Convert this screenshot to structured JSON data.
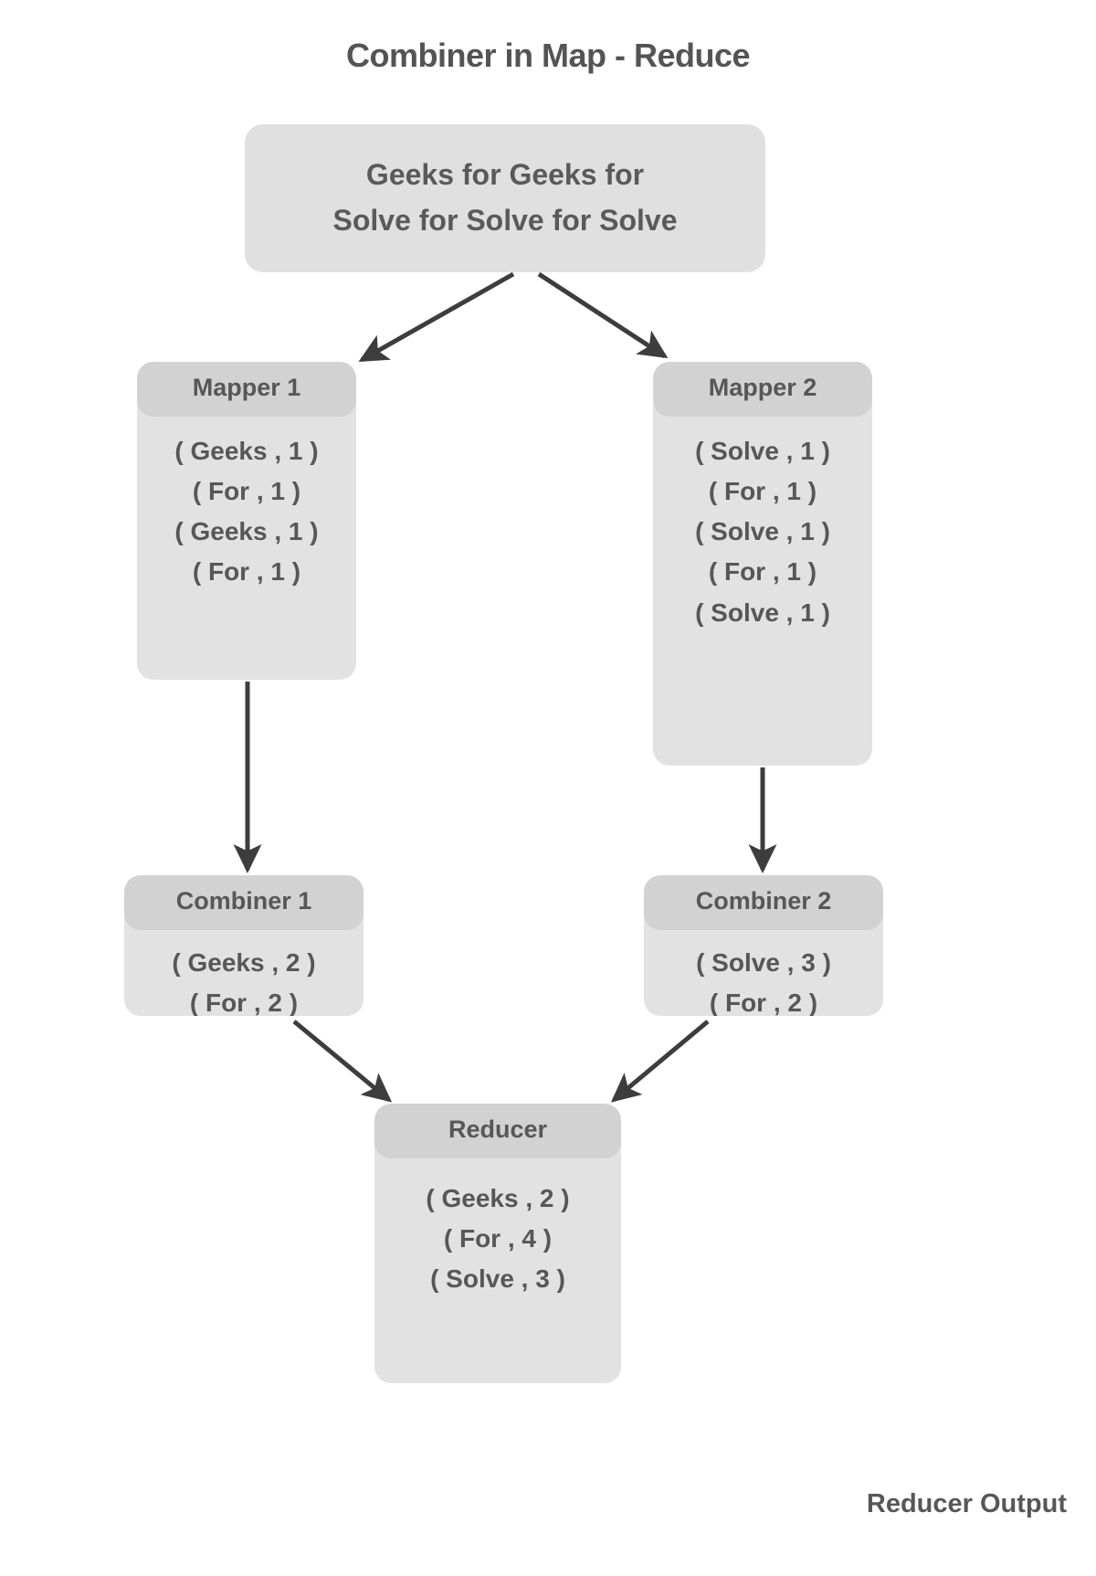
{
  "diagram": {
    "title": "Combiner in Map - Reduce",
    "footer_label": "Reducer Output",
    "colors": {
      "background": "#ffffff",
      "node_body": "#e2e2e2",
      "node_header": "#d2d2d2",
      "text": "#575757",
      "arrow": "#3d3d3d"
    }
  },
  "input": {
    "line1": "Geeks for Geeks for",
    "line2": "Solve for Solve for Solve"
  },
  "mappers": [
    {
      "header": "Mapper 1",
      "pairs": [
        "( Geeks , 1 )",
        "( For , 1 )",
        "( Geeks , 1 )",
        "( For , 1 )"
      ]
    },
    {
      "header": "Mapper 2",
      "pairs": [
        "( Solve , 1 )",
        "( For , 1 )",
        "( Solve , 1 )",
        "( For , 1 )",
        "( Solve , 1 )"
      ]
    }
  ],
  "combiners": [
    {
      "header": "Combiner 1",
      "pairs": [
        "( Geeks , 2 )",
        "( For , 2 )"
      ]
    },
    {
      "header": "Combiner 2",
      "pairs": [
        "( Solve , 3 )",
        "( For , 2 )"
      ]
    }
  ],
  "reducer": {
    "header": "Reducer",
    "pairs": [
      "( Geeks , 2 )",
      "( For , 4 )",
      "( Solve , 3 )"
    ]
  }
}
